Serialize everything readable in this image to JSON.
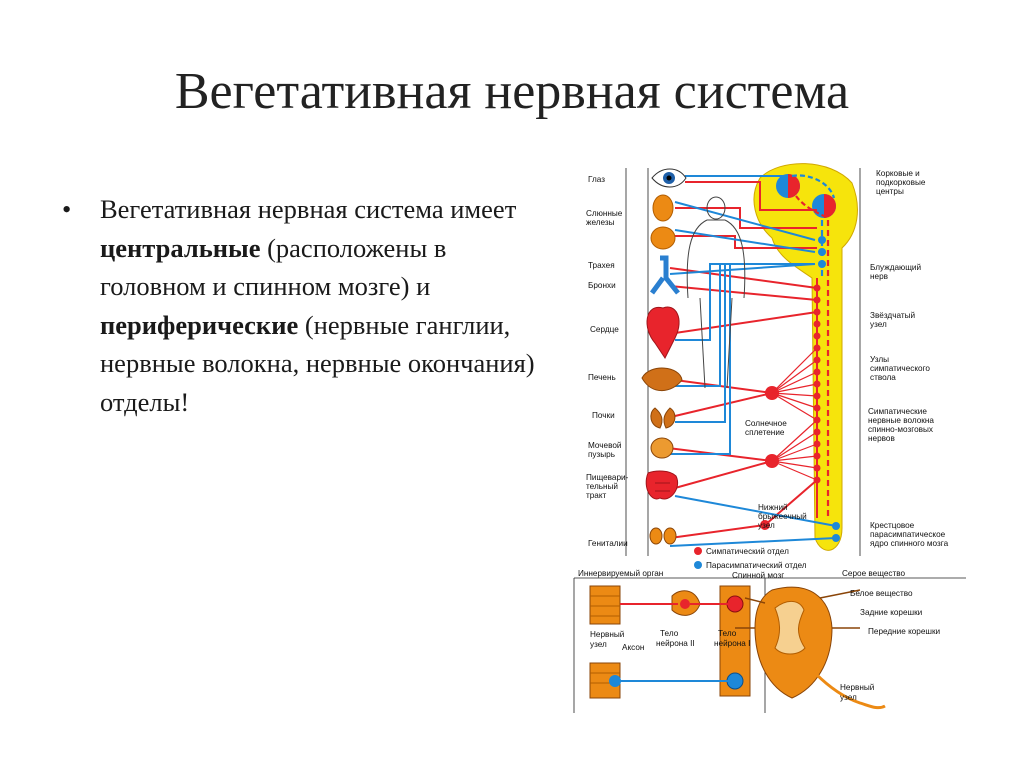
{
  "slide": {
    "title": "Вегетативная нервная система",
    "bullet": {
      "marker": "•",
      "text_1": "Вегетативная нервная система имеет ",
      "bold_1": "центральные",
      "text_2": " (расположены в головном и спинном мозге) и ",
      "bold_2": "периферические",
      "text_3": " (нервные ганглии, нервные волокна, нервные окончания) отделы!"
    }
  },
  "diagram": {
    "colors": {
      "sympathetic": "#e8242c",
      "parasympathetic": "#1e88d8",
      "cns": "#f6e40c",
      "organ": "#ec8a14"
    },
    "organ_labels": [
      {
        "id": "eye",
        "lines": [
          "Глаз"
        ]
      },
      {
        "id": "salivary",
        "lines": [
          "Слюнные",
          "железы"
        ]
      },
      {
        "id": "trachea",
        "lines": [
          "Трахея"
        ]
      },
      {
        "id": "bronchi",
        "lines": [
          "Бронхи"
        ]
      },
      {
        "id": "heart",
        "lines": [
          "Сердце"
        ]
      },
      {
        "id": "liver",
        "lines": [
          "Печень"
        ]
      },
      {
        "id": "kidneys",
        "lines": [
          "Почки"
        ]
      },
      {
        "id": "bladder",
        "lines": [
          "Мочевой",
          "пузырь"
        ]
      },
      {
        "id": "digestive",
        "lines": [
          "Пищевари-",
          "тельный",
          "тракт"
        ]
      },
      {
        "id": "genitals",
        "lines": [
          "Гениталии"
        ]
      }
    ],
    "right_labels": [
      {
        "id": "cortex",
        "lines": [
          "Корковые и",
          "подкорковые",
          "центры"
        ]
      },
      {
        "id": "vagus",
        "lines": [
          "Блуждающий",
          "нерв"
        ]
      },
      {
        "id": "stellate",
        "lines": [
          "Звёздчатый",
          "узел"
        ]
      },
      {
        "id": "sympathetic-trunk",
        "lines": [
          "Узлы",
          "симпатического",
          "ствола"
        ]
      },
      {
        "id": "sympathetic-fibers",
        "lines": [
          "Симпатические",
          "нервные волокна",
          "спинно-мозговых",
          "нервов"
        ]
      },
      {
        "id": "sacral",
        "lines": [
          "Крестцовое",
          "парасимпатическое",
          "ядро спинного мозга"
        ]
      }
    ],
    "center_labels": [
      {
        "id": "solar-plexus",
        "lines": [
          "Солнечное",
          "сплетение"
        ]
      },
      {
        "id": "mesenteric",
        "lines": [
          "Нижний",
          "брыжеечный",
          "узел"
        ]
      }
    ],
    "legend": [
      {
        "id": "sympathetic",
        "label": "Симпатический отдел"
      },
      {
        "id": "parasympathetic",
        "label": "Парасимпатический отдел"
      }
    ],
    "bottom_left_labels": [
      {
        "id": "organ",
        "lines": [
          "Иннервируемый орган"
        ]
      },
      {
        "id": "spinal-cord",
        "lines": [
          "Спинной мозг"
        ]
      },
      {
        "id": "ganglion",
        "lines": [
          "Нервный",
          "узел"
        ]
      },
      {
        "id": "axon",
        "lines": [
          "Аксон"
        ]
      },
      {
        "id": "neuron-2",
        "lines": [
          "Тело",
          "нейрона II"
        ]
      },
      {
        "id": "neuron-1",
        "lines": [
          "Тело",
          "нейрона I"
        ]
      }
    ],
    "bottom_right_labels": [
      {
        "id": "grey",
        "lines": [
          "Серое вещество"
        ]
      },
      {
        "id": "white",
        "lines": [
          "Белое вещество"
        ]
      },
      {
        "id": "posterior",
        "lines": [
          "Задние корешки"
        ]
      },
      {
        "id": "anterior",
        "lines": [
          "Передние корешки"
        ]
      },
      {
        "id": "ganglion-2",
        "lines": [
          "Нервный",
          "узел"
        ]
      }
    ]
  }
}
